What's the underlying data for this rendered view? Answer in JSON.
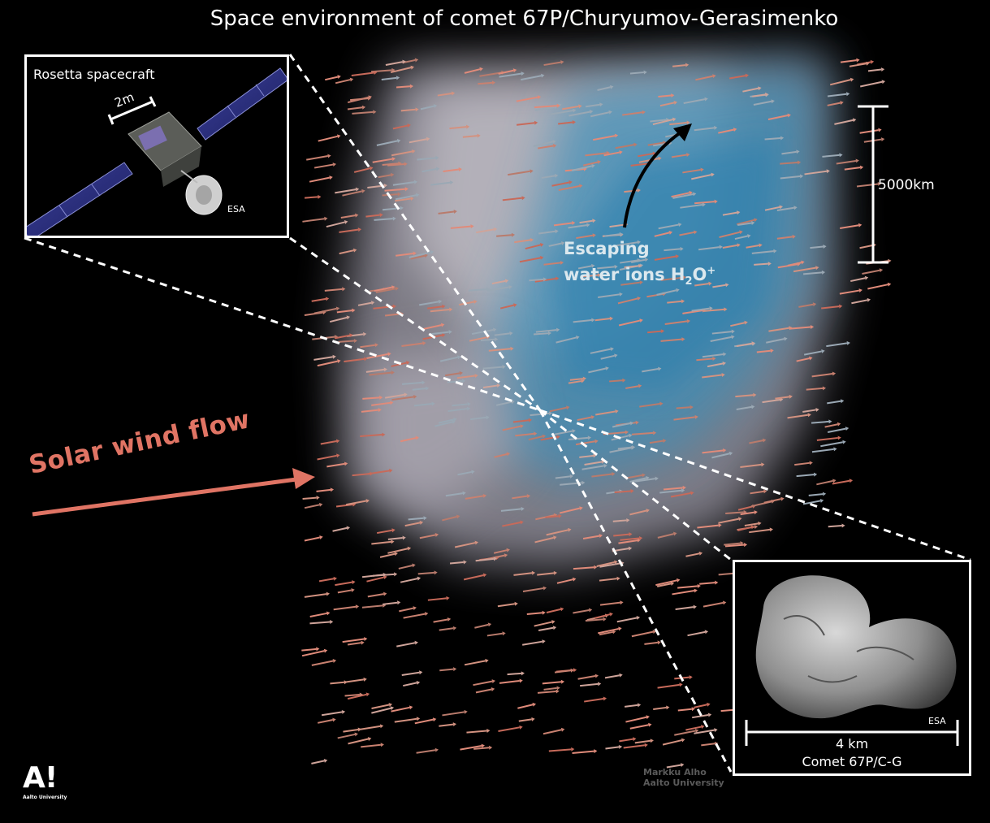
{
  "title": "Space environment of comet 67P/Churyumov-Gerasimenko",
  "rosetta_inset": {
    "label": "Rosetta spacecraft",
    "scale_label": "2m",
    "credit": "ESA"
  },
  "scale_bar": {
    "label": "5000km"
  },
  "escaping_ions": {
    "line1": "Escaping",
    "line2_prefix": "water ions H",
    "subscript": "2",
    "suffix": "O",
    "superscript": "+"
  },
  "solar_wind": {
    "label": "Solar wind flow"
  },
  "comet_inset": {
    "scale_label": "4 km",
    "name": "Comet 67P/C-G",
    "credit": "ESA"
  },
  "credit": {
    "line1": "Markku Alho",
    "line2": "Aalto University"
  },
  "logo": {
    "mark": "A!",
    "name": "Aalto University"
  },
  "colors": {
    "solar_wind": "#e07464",
    "arrows": "#c98170",
    "cloud_light": "#c9c6cf",
    "cloud_blue": "#2f88b3",
    "escaping_text": "#dbe8ee"
  }
}
